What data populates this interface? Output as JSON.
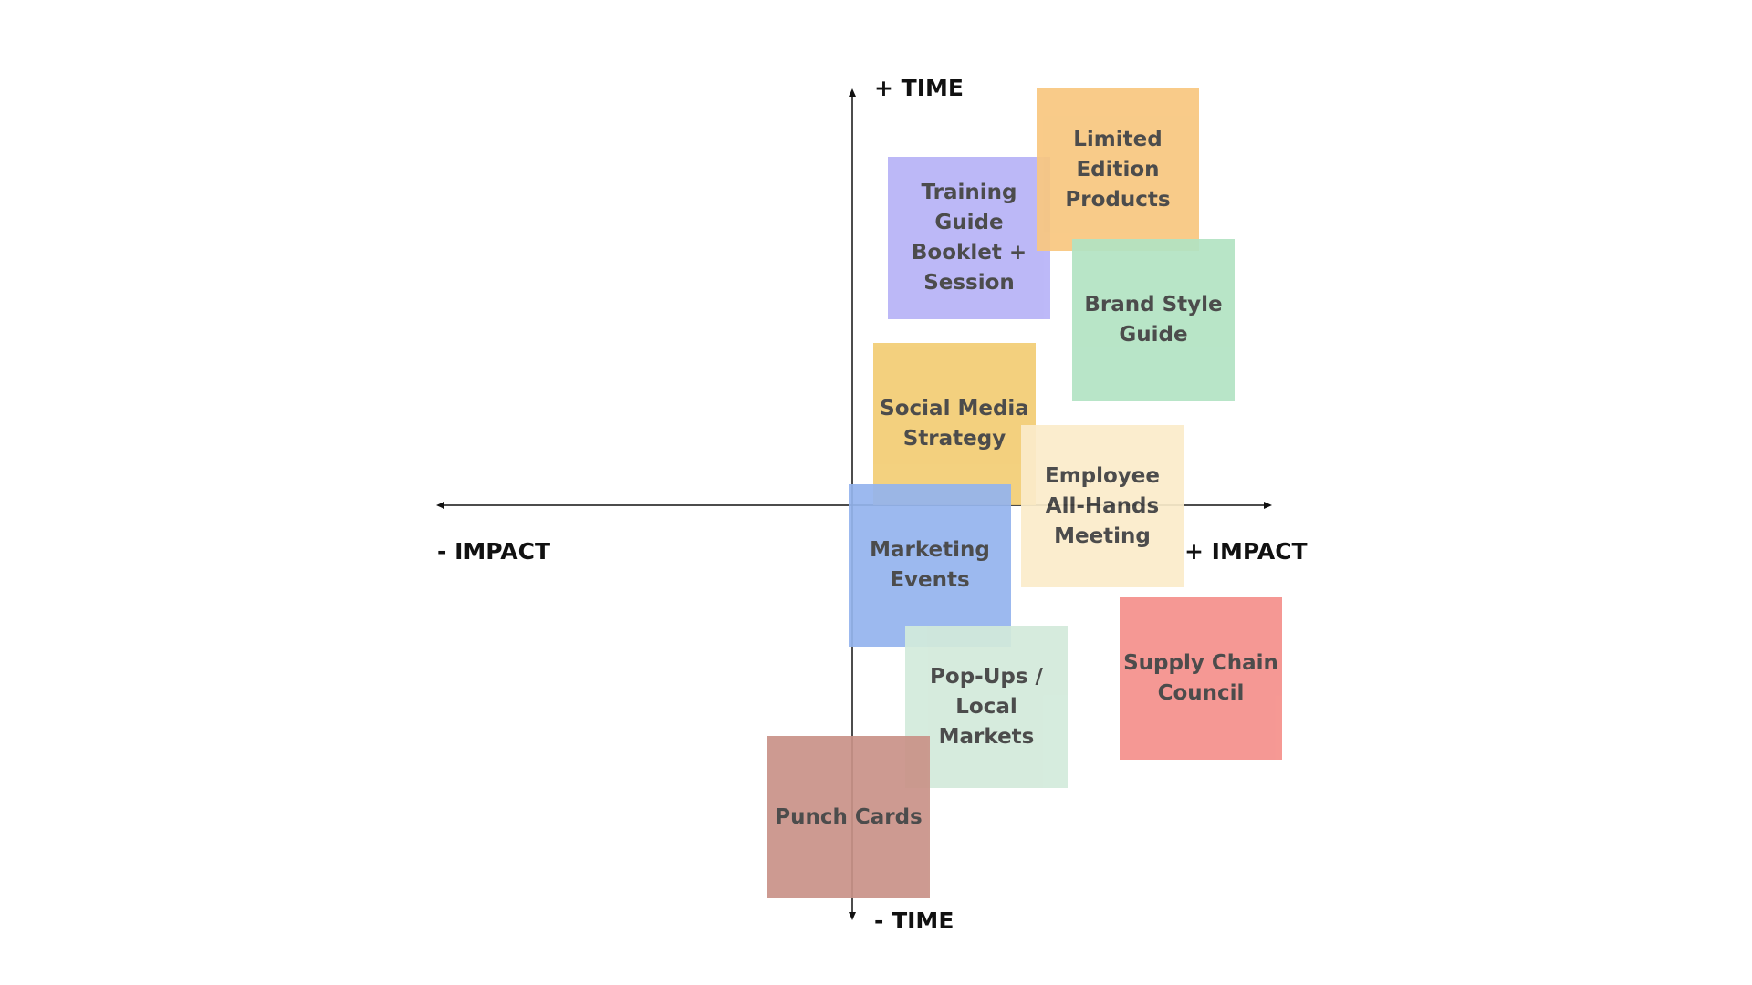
{
  "axes": {
    "top_label": "+ TIME",
    "bottom_label": "- TIME",
    "left_label": "- IMPACT",
    "right_label": "+ IMPACT"
  },
  "notes": [
    {
      "id": "training-guide",
      "label": "Training Guide Booklet + Session",
      "color": "#b7b3f7"
    },
    {
      "id": "limited-edition-products",
      "label": "Limited Edition Products",
      "color": "#f8c77f"
    },
    {
      "id": "brand-style-guide",
      "label": "Brand Style Guide",
      "color": "#b2e3c3"
    },
    {
      "id": "social-media-strategy",
      "label": "Social Media Strategy",
      "color": "#f2cd74"
    },
    {
      "id": "employee-all-hands",
      "label": "Employee All-Hands Meeting",
      "color": "#fbecca"
    },
    {
      "id": "marketing-events",
      "label": "Marketing Events",
      "color": "#94b4ee"
    },
    {
      "id": "pop-ups-local-markets",
      "label": "Pop-Ups / Local Markets",
      "color": "#d3eadb"
    },
    {
      "id": "supply-chain-council",
      "label": "Supply Chain Council",
      "color": "#f5908b"
    },
    {
      "id": "punch-cards",
      "label": "Punch Cards",
      "color": "#c99288"
    }
  ]
}
